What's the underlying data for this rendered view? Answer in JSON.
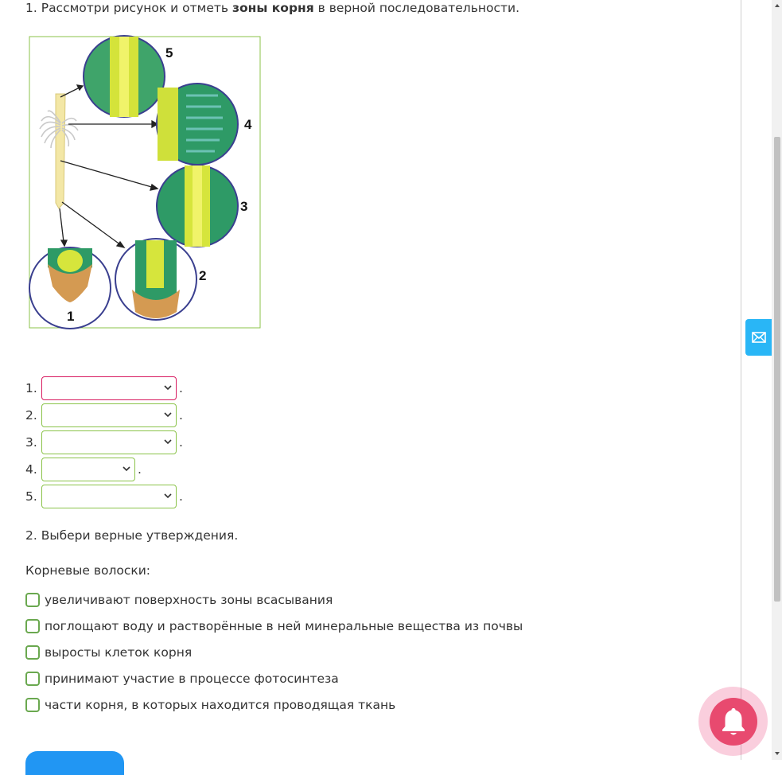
{
  "q1": {
    "title_prefix": "1. Рассмотри рисунок и отметь ",
    "title_bold": "зоны корня",
    "title_suffix": " в верной последовательности."
  },
  "figure": {
    "labels": [
      "1",
      "2",
      "3",
      "4",
      "5"
    ]
  },
  "selects": [
    {
      "num": "1.",
      "value": "",
      "dot": "."
    },
    {
      "num": "2.",
      "value": "",
      "dot": "."
    },
    {
      "num": "3.",
      "value": "",
      "dot": "."
    },
    {
      "num": "4.",
      "value": "",
      "dot": "."
    },
    {
      "num": "5.",
      "value": "",
      "dot": "."
    }
  ],
  "q2": {
    "title": "2. Выбери верные утверждения.",
    "subtitle": "Корневые волоски:",
    "options": [
      "увеличивают поверхность зоны всасывания",
      "поглощают воду и растворённые в ней минеральные вещества из почвы",
      "выросты клеток корня",
      "принимают участие в процессе фотосинтеза",
      "части корня, в которых находится проводящая ткань"
    ]
  },
  "colors": {
    "select_border": "#8bc34a",
    "select_border_active": "#d81b60",
    "checkbox_border": "#6aa84f",
    "mail_button": "#29b6f6",
    "bell_button": "#e84a6f",
    "primary_button": "#2196f3"
  },
  "icons": {
    "mail": "mail-icon",
    "bell": "bell-icon",
    "chevron": "chevron-down-icon"
  }
}
